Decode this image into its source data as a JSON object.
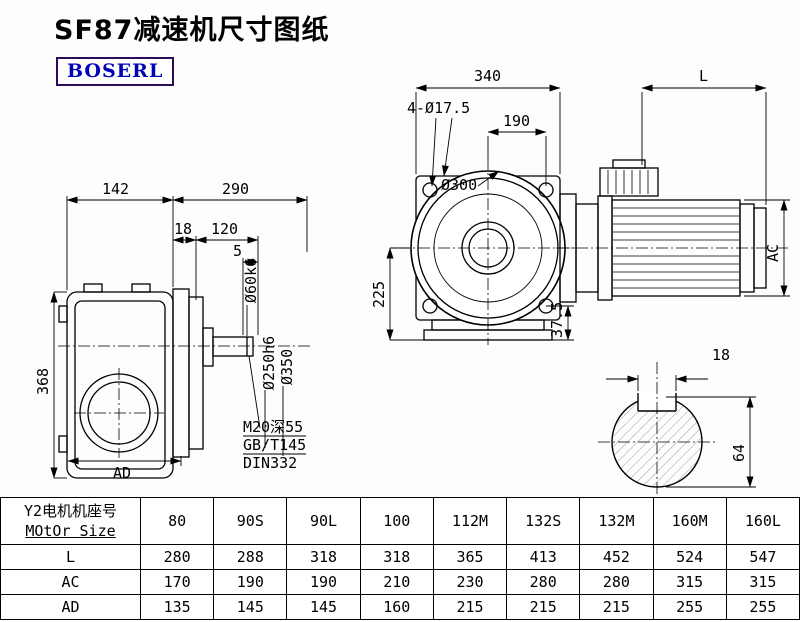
{
  "title": "SF87减速机尺寸图纸",
  "brand": "BOSERL",
  "drawing": {
    "side_view": {
      "dim_142": "142",
      "dim_290": "290",
      "dim_18": "18",
      "dim_120": "120",
      "dim_5": "5",
      "dim_368": "368",
      "dim_ad": "AD",
      "label_shaft_dia": "Ø60k6",
      "label_spigot_dia": "Ø250h6",
      "label_flange_dia": "Ø350",
      "note_tap": "M20深55",
      "note_std1": "GB/T145",
      "note_std2": "DIN332"
    },
    "front_view": {
      "dim_340": "340",
      "dim_l": "L",
      "label_bolt_holes": "4-Ø17.5",
      "dim_190": "190",
      "label_flange_circle": "Ø300",
      "dim_225": "225",
      "dim_37_5": "37.5",
      "dim_ac": "AC"
    },
    "shaft_section": {
      "dim_key_width": "18",
      "dim_height": "64"
    }
  },
  "table": {
    "header_cn": "Y2电机机座号",
    "header_en": "MOtOr Size",
    "columns": [
      "80",
      "90S",
      "90L",
      "100",
      "112M",
      "132S",
      "132M",
      "160M",
      "160L"
    ],
    "rows": [
      {
        "label": "L",
        "values": [
          "280",
          "288",
          "318",
          "318",
          "365",
          "413",
          "452",
          "524",
          "547"
        ]
      },
      {
        "label": "AC",
        "values": [
          "170",
          "190",
          "190",
          "210",
          "230",
          "280",
          "280",
          "315",
          "315"
        ]
      },
      {
        "label": "AD",
        "values": [
          "135",
          "145",
          "145",
          "160",
          "215",
          "215",
          "215",
          "255",
          "255"
        ]
      }
    ]
  }
}
